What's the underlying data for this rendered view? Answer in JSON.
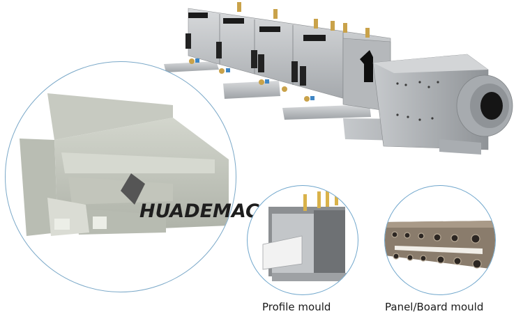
{
  "image": {
    "description": "Product composite showing a PVC extrusion mould assembly with close-ups of trunking profiles, a profile mould, and a panel/board mould",
    "watermark": "HUADEMAC",
    "captions": {
      "profile": "Profile mould",
      "panel": "Panel/Board mould"
    },
    "colors": {
      "circle_border": "#6fa6cc",
      "steel": "#b9bcbf",
      "pvc_grey": "#c9ccc3",
      "brass": "#c9a24a",
      "caption_text": "#1a1a1a"
    }
  }
}
